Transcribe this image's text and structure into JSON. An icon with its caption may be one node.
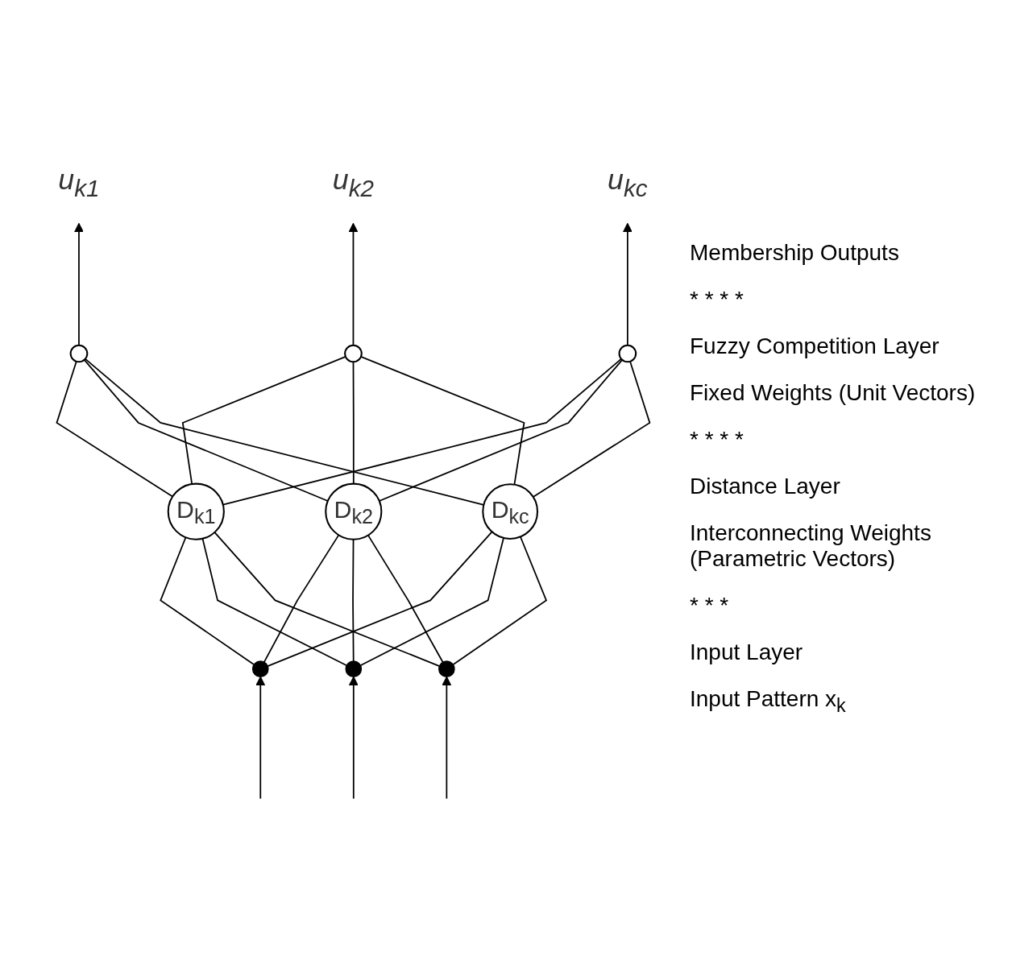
{
  "diagram": {
    "nodes": [
      {
        "text": [
          "u$_{k1}$"
        ]
      },
      {
        "text": [
          "u$_{k2}$"
        ]
      },
      {
        "text": [
          "u$_{kc}$"
        ]
      },
      {
        "text": [],
        "shape": "circle"
      },
      {
        "text": [],
        "shape": "circle"
      },
      {
        "text": [],
        "shape": "circle"
      },
      {
        "text": [
          "D$_{k1}$"
        ]
      },
      {
        "text": [
          "D$_{k2}$"
        ]
      },
      {
        "text": [
          "D$_{kc}$"
        ]
      },
      {
        "text": [],
        "shape": "point"
      },
      {
        "text": [],
        "shape": "point"
      },
      {
        "text": [],
        "shape": "point"
      }
    ],
    "edges": [
      {
        "from": 3,
        "to": 0,
        "arrow": "to"
      },
      {
        "from": 4,
        "to": 1,
        "arrow": "to"
      },
      {
        "from": 5,
        "to": 2,
        "arrow": "to"
      },
      {
        "from": 6,
        "to": 3,
        "arrow": "none"
      },
      {
        "from": 6,
        "to": 4,
        "arrow": "none"
      },
      {
        "from": 6,
        "to": 5,
        "arrow": "none"
      },
      {
        "from": 7,
        "to": 3,
        "arrow": "none"
      },
      {
        "from": 7,
        "to": 4,
        "arrow": "none"
      },
      {
        "from": 7,
        "to": 5,
        "arrow": "none"
      },
      {
        "from": 8,
        "to": 3,
        "arrow": "none"
      },
      {
        "from": 8,
        "to": 4,
        "arrow": "none"
      },
      {
        "from": 8,
        "to": 5,
        "arrow": "none"
      },
      {
        "from": 9,
        "to": 6,
        "arrow": "none"
      },
      {
        "from": 9,
        "to": 7,
        "arrow": "none"
      },
      {
        "from": 9,
        "to": 8,
        "arrow": "none"
      },
      {
        "from": 10,
        "to": 6,
        "arrow": "none"
      },
      {
        "from": 10,
        "to": 7,
        "arrow": "none"
      },
      {
        "from": 10,
        "to": 8,
        "arrow": "none"
      },
      {
        "from": 11,
        "to": 6,
        "arrow": "none"
      },
      {
        "from": 11,
        "to": 7,
        "arrow": "none"
      },
      {
        "from": 11,
        "to": 8,
        "arrow": "none"
      },
      {
        "from": null,
        "to": 9,
        "arrow": "to"
      },
      {
        "from": null,
        "to": 10,
        "arrow": "to"
      },
      {
        "from": null,
        "to": 11,
        "arrow": "to"
      }
    ],
    "labels": [
      "Membership Outputs",
      "* * * *",
      "Fuzzy Competition Layer",
      "Fixed Weights (Unit Vectors)",
      "* * * *",
      "Distance Layer",
      "Interconnecting Weights (Parametric Vectors)",
      "* * *",
      "Input Layer",
      "Input Pattern x$_{k}$"
    ]
  }
}
